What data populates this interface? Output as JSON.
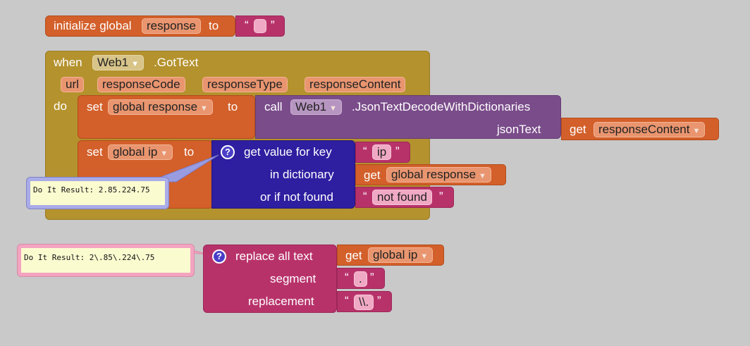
{
  "init": {
    "label": "initialize global",
    "var": "response",
    "to": "to",
    "open_quote": "“",
    "close_quote": "”"
  },
  "event": {
    "when": "when",
    "component": "Web1",
    "event_name": ".GotText",
    "params": [
      "url",
      "responseCode",
      "responseType",
      "responseContent"
    ],
    "do": "do"
  },
  "set1": {
    "set": "set",
    "var": "global response",
    "to": "to"
  },
  "call": {
    "call": "call",
    "component": "Web1",
    "method": ".JsonTextDecodeWithDictionaries",
    "param": "jsonText"
  },
  "get1": {
    "get": "get",
    "var": "responseContent"
  },
  "set2": {
    "set": "set",
    "var": "global ip",
    "to": "to"
  },
  "dict": {
    "get_value": "get value for key",
    "in_dict": "in dictionary",
    "not_found": "or if not found"
  },
  "key": {
    "text": "ip"
  },
  "get2": {
    "get": "get",
    "var": "global response"
  },
  "notfound": {
    "text": "not found"
  },
  "bubble1": {
    "text": "Do It Result: 2.85.224.75"
  },
  "bubble2": {
    "text": "Do It Result: 2\\.85\\.224\\.75"
  },
  "replace": {
    "label": "replace all text",
    "segment": "segment",
    "replacement": "replacement"
  },
  "get3": {
    "get": "get",
    "var": "global ip"
  },
  "seg": {
    "text": "."
  },
  "rep": {
    "text": "\\\\."
  },
  "help_icon": "question-icon",
  "colors": {
    "orange": "#d35f2a",
    "gold": "#b4922d",
    "magenta": "#b8326a",
    "purple": "#7a4c8a",
    "indigo": "#2e1ea0",
    "bubble_yellow": "#fbfbd0"
  }
}
